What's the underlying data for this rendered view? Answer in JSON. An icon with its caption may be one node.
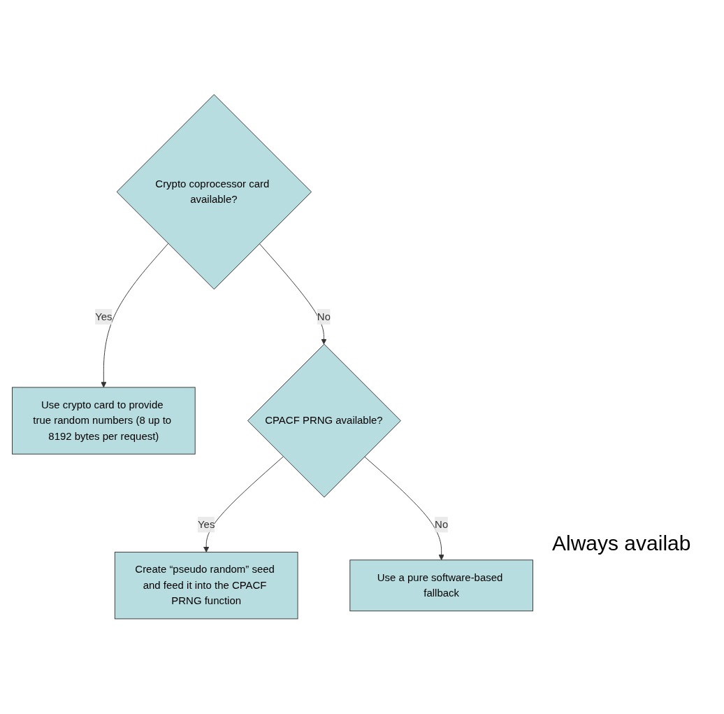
{
  "diagram": {
    "nodes": [
      {
        "text": [
          "Crypto coprocessor card available?"
        ]
      },
      {
        "text": [
          "Use crypto card to provide true random numbers (8 up to 8192 bytes per request)"
        ]
      },
      {
        "text": [
          "CPACF PRNG available?"
        ]
      },
      {
        "text": [
          "Create “pseudo random” seed and feed it into the CPACF PRNG function"
        ]
      },
      {
        "text": [
          "Use a pure software-based fallback"
        ]
      }
    ],
    "edges": [
      {
        "from": 0,
        "to": 1,
        "arrow": "to",
        "label": "Yes"
      },
      {
        "from": 0,
        "to": 2,
        "arrow": "to",
        "label": "No"
      },
      {
        "from": 2,
        "to": 3,
        "arrow": "to",
        "label": "Yes"
      },
      {
        "from": 2,
        "to": 4,
        "arrow": "to",
        "label": "No"
      }
    ],
    "labels": [
      "Always availab"
    ]
  }
}
